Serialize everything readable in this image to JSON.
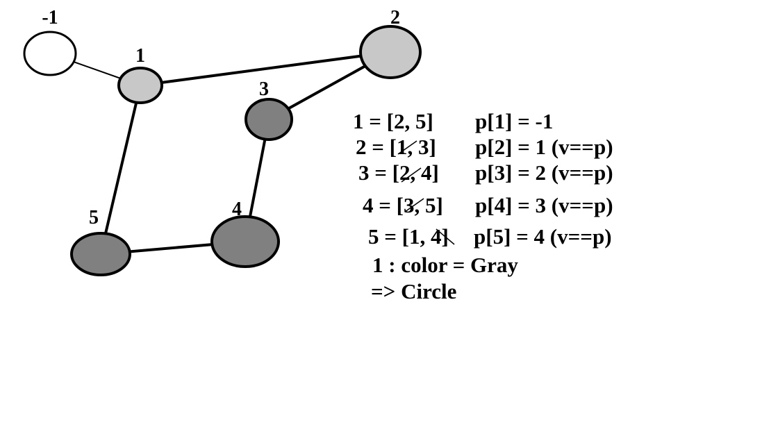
{
  "colors": {
    "white": "#ffffff",
    "light_gray": "#c8c8c8",
    "dark_gray": "#808080",
    "stroke": "#000000"
  },
  "graph": {
    "nodes": [
      {
        "id": "n-1",
        "label": "-1",
        "fill": "white"
      },
      {
        "id": "n1",
        "label": "1",
        "fill": "light_gray"
      },
      {
        "id": "n2",
        "label": "2",
        "fill": "light_gray"
      },
      {
        "id": "n3",
        "label": "3",
        "fill": "dark_gray"
      },
      {
        "id": "n4",
        "label": "4",
        "fill": "dark_gray"
      },
      {
        "id": "n5",
        "label": "5",
        "fill": "dark_gray"
      }
    ],
    "edges": [
      {
        "from": "n-1",
        "to": "n1"
      },
      {
        "from": "n1",
        "to": "n2"
      },
      {
        "from": "n1",
        "to": "n5"
      },
      {
        "from": "n2",
        "to": "n3"
      },
      {
        "from": "n3",
        "to": "n4"
      },
      {
        "from": "n4",
        "to": "n5"
      }
    ]
  },
  "notes": {
    "adj1": "1 = [2, 5]",
    "par1": "p[1] = -1",
    "adj2": "2 = [1, 3]",
    "par2": "p[2] = 1 (v==p)",
    "adj3": "3 = [2, 4]",
    "par3": "p[3] = 2 (v==p)",
    "adj4": "4 = [3, 5]",
    "par4": "p[4] = 3 (v==p)",
    "adj5": "5 = [1, 4]",
    "par5": "p[5] = 4 (v==p)",
    "color_line": "1 : color = Gray",
    "result_line": "=> Circle"
  }
}
